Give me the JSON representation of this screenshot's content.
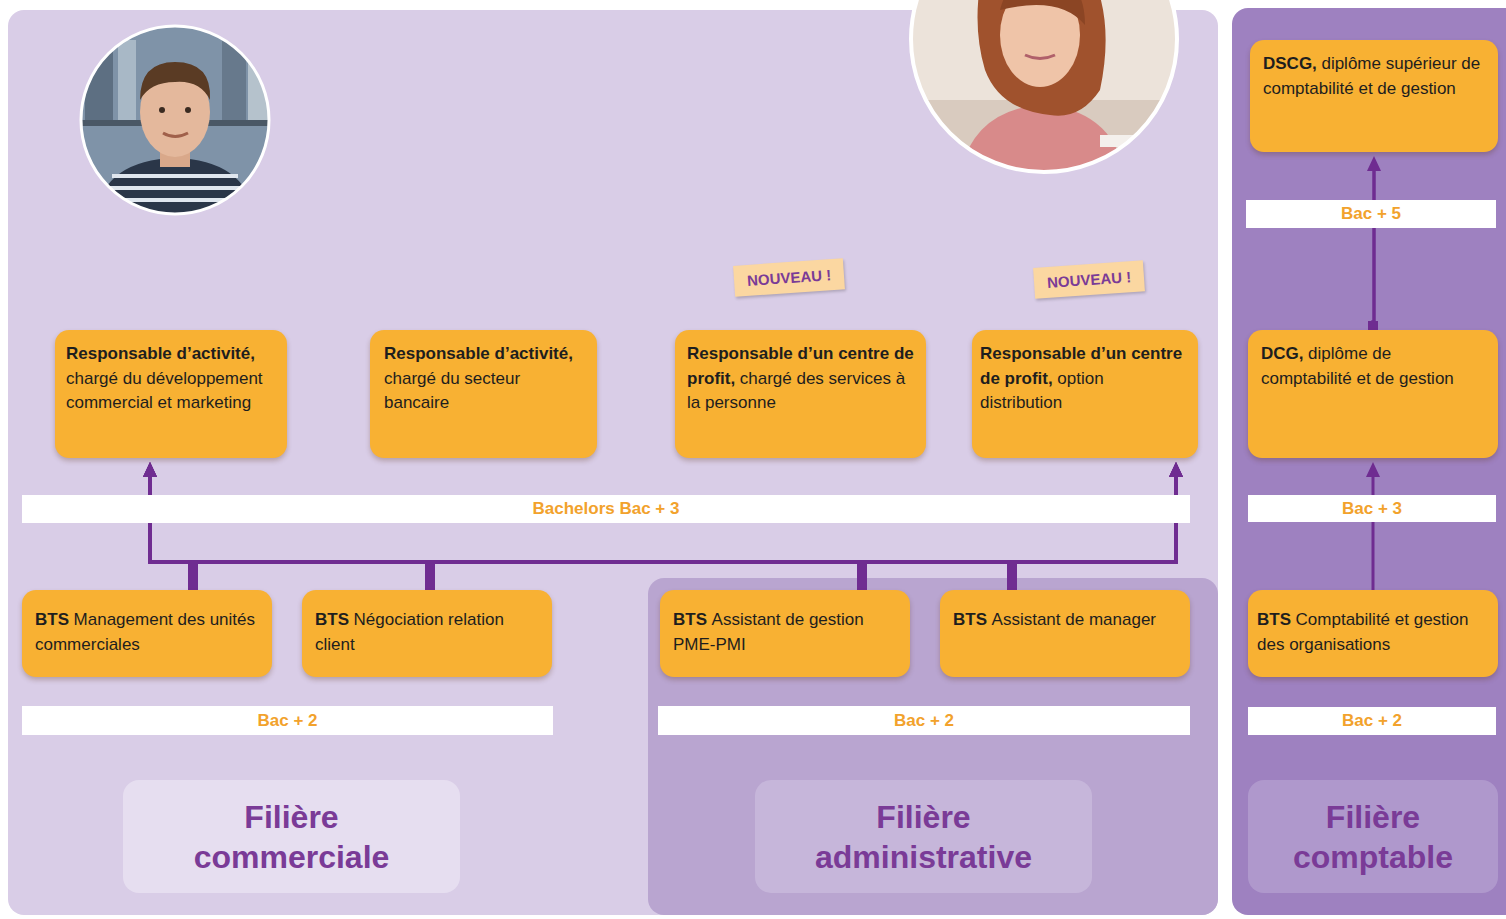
{
  "diagram": {
    "nodes": [
      {
        "text": [
          "Filière commerciale"
        ]
      },
      {
        "text": [
          "Responsable d’activité,",
          "chargé du développement commercial et marketing"
        ],
        "in": 0
      },
      {
        "text": [
          "Responsable d’activité,",
          "chargé du secteur bancaire"
        ],
        "in": 0
      },
      {
        "text": [
          "Responsable d’un centre de profit,",
          "chargé des services à la personne"
        ],
        "in": 0
      },
      {
        "text": [
          "Responsable d’un centre de profit,",
          "option distribution"
        ],
        "in": 0
      },
      {
        "text": [
          "Bachelors Bac + 3"
        ],
        "in": 0
      },
      {
        "text": [
          "BTS",
          "Management des unités commerciales"
        ],
        "in": 0
      },
      {
        "text": [
          "BTS",
          "Négociation relation client"
        ],
        "in": 0
      },
      {
        "text": [
          "Bac + 2"
        ],
        "in": 0
      },
      {
        "text": [
          "Filière administrative"
        ],
        "in": 0
      },
      {
        "text": [
          "BTS",
          "Assistant de gestion PME-PMI"
        ],
        "in": 9
      },
      {
        "text": [
          "BTS",
          "Assistant de manager"
        ],
        "in": 9
      },
      {
        "text": [
          "Bac + 2"
        ],
        "in": 9
      },
      {
        "text": [
          "Filière comptable"
        ]
      },
      {
        "text": [
          "DSCG,",
          "diplôme supérieur de comptabilité et de gestion"
        ],
        "in": 13
      },
      {
        "text": [
          "Bac + 5"
        ],
        "in": 13
      },
      {
        "text": [
          "DCG,",
          "diplôme de comptabilité et de gestion"
        ],
        "in": 13
      },
      {
        "text": [
          "Bac + 3"
        ],
        "in": 13
      },
      {
        "text": [
          "BTS",
          "Comptabilité et gestion des organisations"
        ],
        "in": 13
      },
      {
        "text": [
          "Bac + 2"
        ],
        "in": 13
      }
    ],
    "edges": [
      {
        "from": 6,
        "to": 1,
        "arrow": "to"
      },
      {
        "from": 6,
        "to": 4,
        "arrow": "to"
      },
      {
        "from": 7,
        "to": 1,
        "arrow": "to"
      },
      {
        "from": 7,
        "to": 4,
        "arrow": "to"
      },
      {
        "from": 10,
        "to": 1,
        "arrow": "to"
      },
      {
        "from": 10,
        "to": 4,
        "arrow": "to"
      },
      {
        "from": 11,
        "to": 1,
        "arrow": "to"
      },
      {
        "from": 11,
        "to": 4,
        "arrow": "to"
      },
      {
        "from": 18,
        "to": 16,
        "arrow": "to"
      },
      {
        "from": 16,
        "to": 14,
        "arrow": "to"
      }
    ],
    "labels": [
      "NOUVEAU !",
      "NOUVEAU !"
    ]
  }
}
